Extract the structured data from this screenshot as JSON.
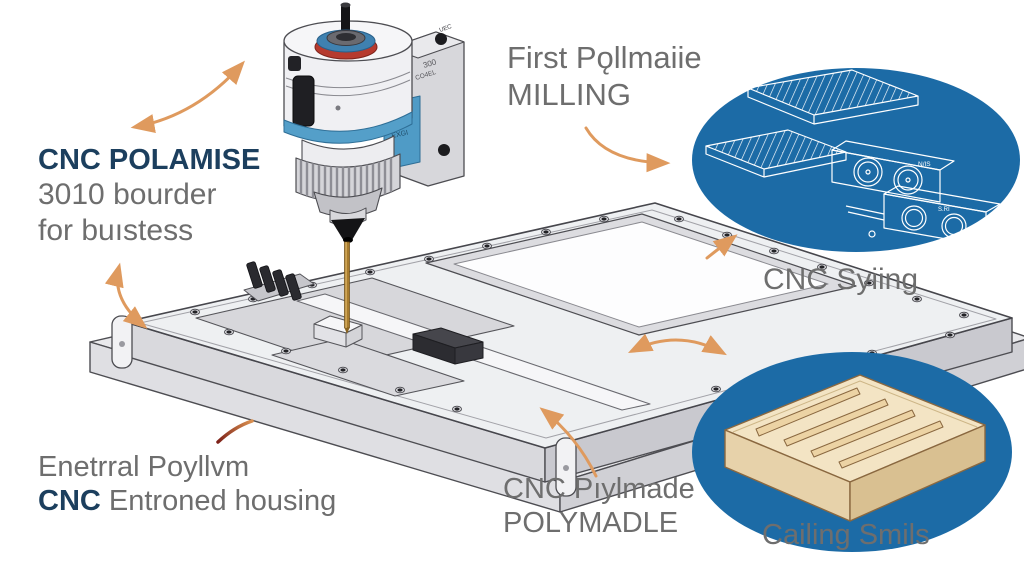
{
  "palette": {
    "arrow_orange": "#df9a5e",
    "oval_blue": "#1c6ba6",
    "navy": "#1c3f5e",
    "text_gray": "#6e6e6e",
    "machine_accent_blue": "#549fc9",
    "ring_red": "#b63a2e",
    "wood": "#f3e4c4",
    "drill_gold": "#a87c2e"
  },
  "labels": {
    "spindle_note": {
      "title": "CNC POLAMISE",
      "line2": "3010 bourder",
      "line3": "for buıstess"
    },
    "milling_note": {
      "line1": "First Pǫllmaiie",
      "line2": "MILLING"
    },
    "vise_caption": "CNC Syiing",
    "housing_note": {
      "line1": "Enetrral Poyllvm",
      "accent": "CNC",
      "rest": " Entroned housing"
    },
    "polymadle_note": {
      "line1": "CNC Pıylmade",
      "line2": "POLYMADLE"
    },
    "slab_caption": "Cailing Smils"
  },
  "machine_decals": {
    "top_tag": "UEC",
    "side_number": "300",
    "side_code": "CO4EL",
    "panel_code": "EXGI"
  },
  "oval_decals": {
    "vise_tag": "N/IS",
    "block_tag": "S.RI"
  }
}
